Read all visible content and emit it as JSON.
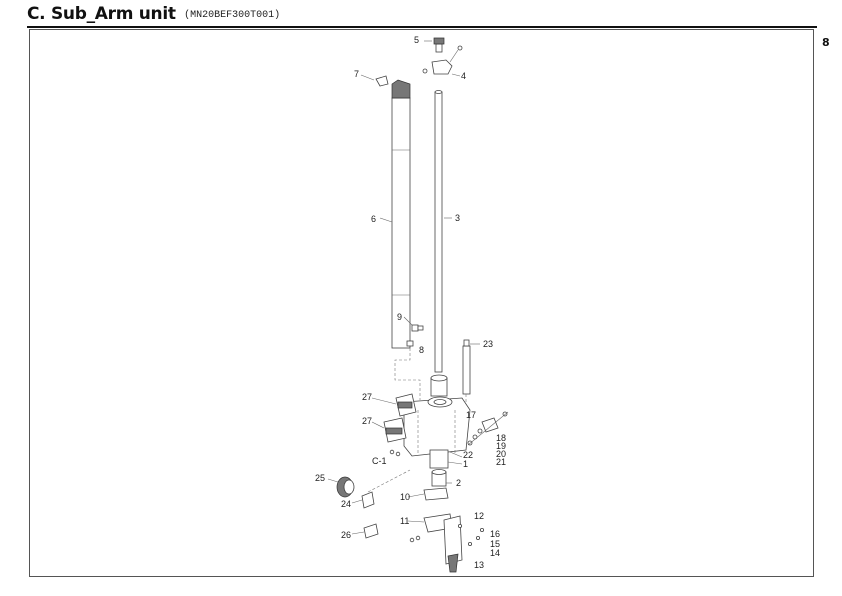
{
  "header": {
    "title": "C. Sub_Arm unit",
    "code": "(MN20BEF300T001)"
  },
  "page_number": "8",
  "callouts": [
    "1",
    "2",
    "3",
    "4",
    "5",
    "6",
    "7",
    "8",
    "9",
    "10",
    "11",
    "12",
    "13",
    "14",
    "15",
    "16",
    "17",
    "18",
    "19",
    "20",
    "21",
    "22",
    "23",
    "24",
    "25",
    "26",
    "27",
    "27",
    "C-1"
  ]
}
